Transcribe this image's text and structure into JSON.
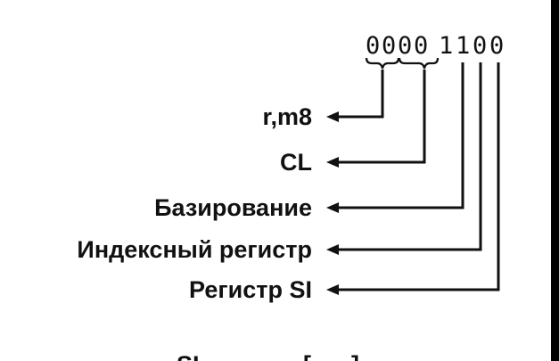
{
  "bits": [
    "0",
    "0",
    "0",
    "0",
    "1",
    "1",
    "0",
    "0"
  ],
  "labels": [
    {
      "text": "r,m8"
    },
    {
      "text": "CL"
    },
    {
      "text": "Базирование"
    },
    {
      "text": "Индексный регистр"
    },
    {
      "text": "Регистр SI"
    }
  ],
  "bottom_text": "SI"
}
